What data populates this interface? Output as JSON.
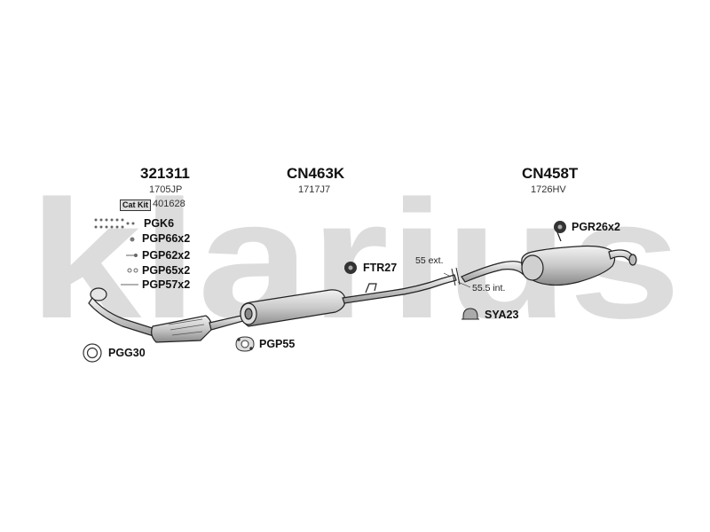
{
  "watermark": "klarius",
  "groups": [
    {
      "part": "321311",
      "code": "1705JP"
    },
    {
      "part": "CN463K",
      "code": "1717J7"
    },
    {
      "part": "CN458T",
      "code": "1726HV"
    }
  ],
  "cat_kit": {
    "label": "Cat Kit",
    "code": "401628"
  },
  "accessories": {
    "pgk6": "PGK6",
    "pgp66": "PGP66x2",
    "pgp62": "PGP62x2",
    "pgp65": "PGP65x2",
    "pgp57": "PGP57x2",
    "pgg30": "PGG30",
    "pgp55": "PGP55",
    "ftr27": "FTR27",
    "pgr26": "PGR26x2",
    "sya23": "SYA23"
  },
  "cut": {
    "ext": "55 ext.",
    "int": "55.5 int."
  },
  "colors": {
    "watermark": "#dcdcdc",
    "line": "#222222",
    "part_fill": "#cfcfcf"
  }
}
